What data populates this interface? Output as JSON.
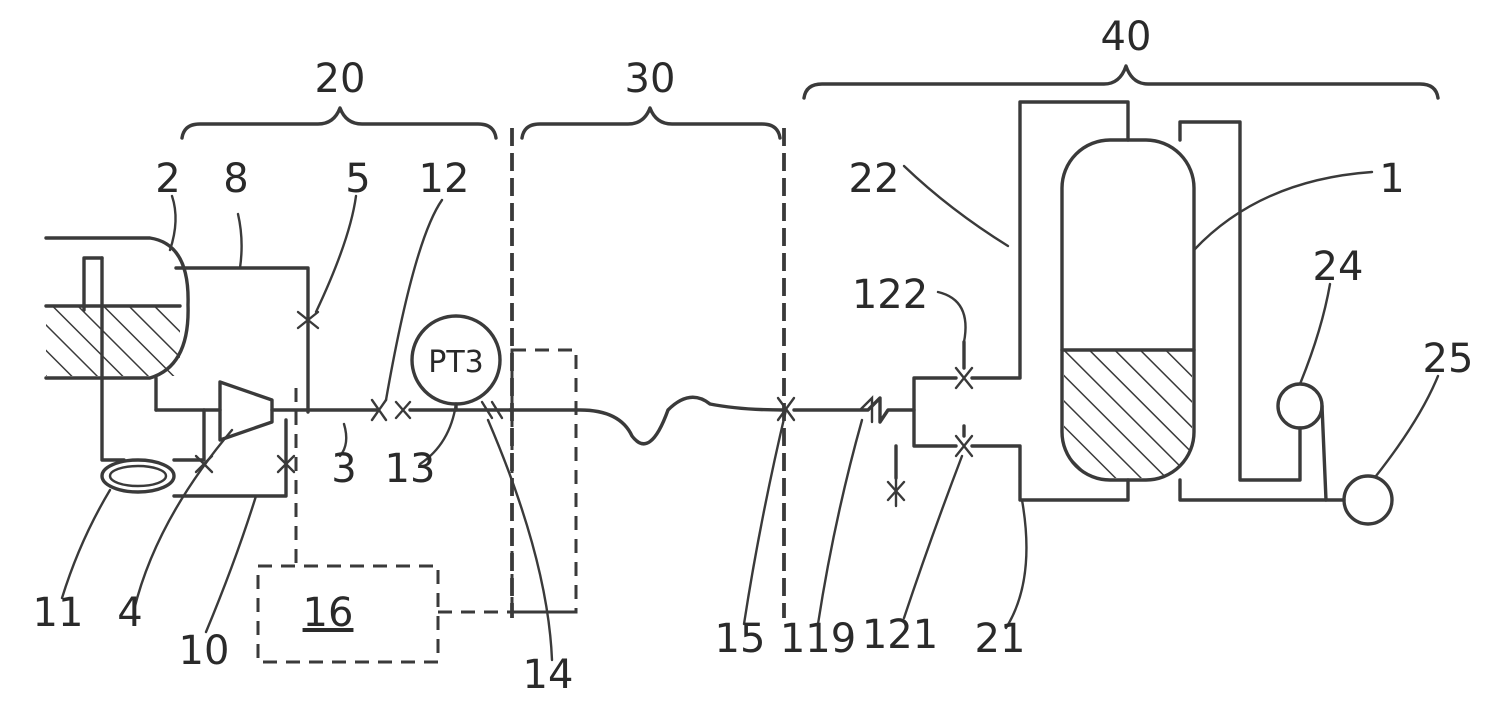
{
  "labels": {
    "group_20": "20",
    "group_30": "30",
    "group_40": "40",
    "l2": "2",
    "l8": "8",
    "l5": "5",
    "l12": "12",
    "l22": "22",
    "l1": "1",
    "l122": "122",
    "l24": "24",
    "l25": "25",
    "l3": "3",
    "l13": "13",
    "l11": "11",
    "l4": "4",
    "l10": "10",
    "l16": "16",
    "l14": "14",
    "l15": "15",
    "l119": "119",
    "l121": "121",
    "l21": "21",
    "pt3": "PT3"
  }
}
